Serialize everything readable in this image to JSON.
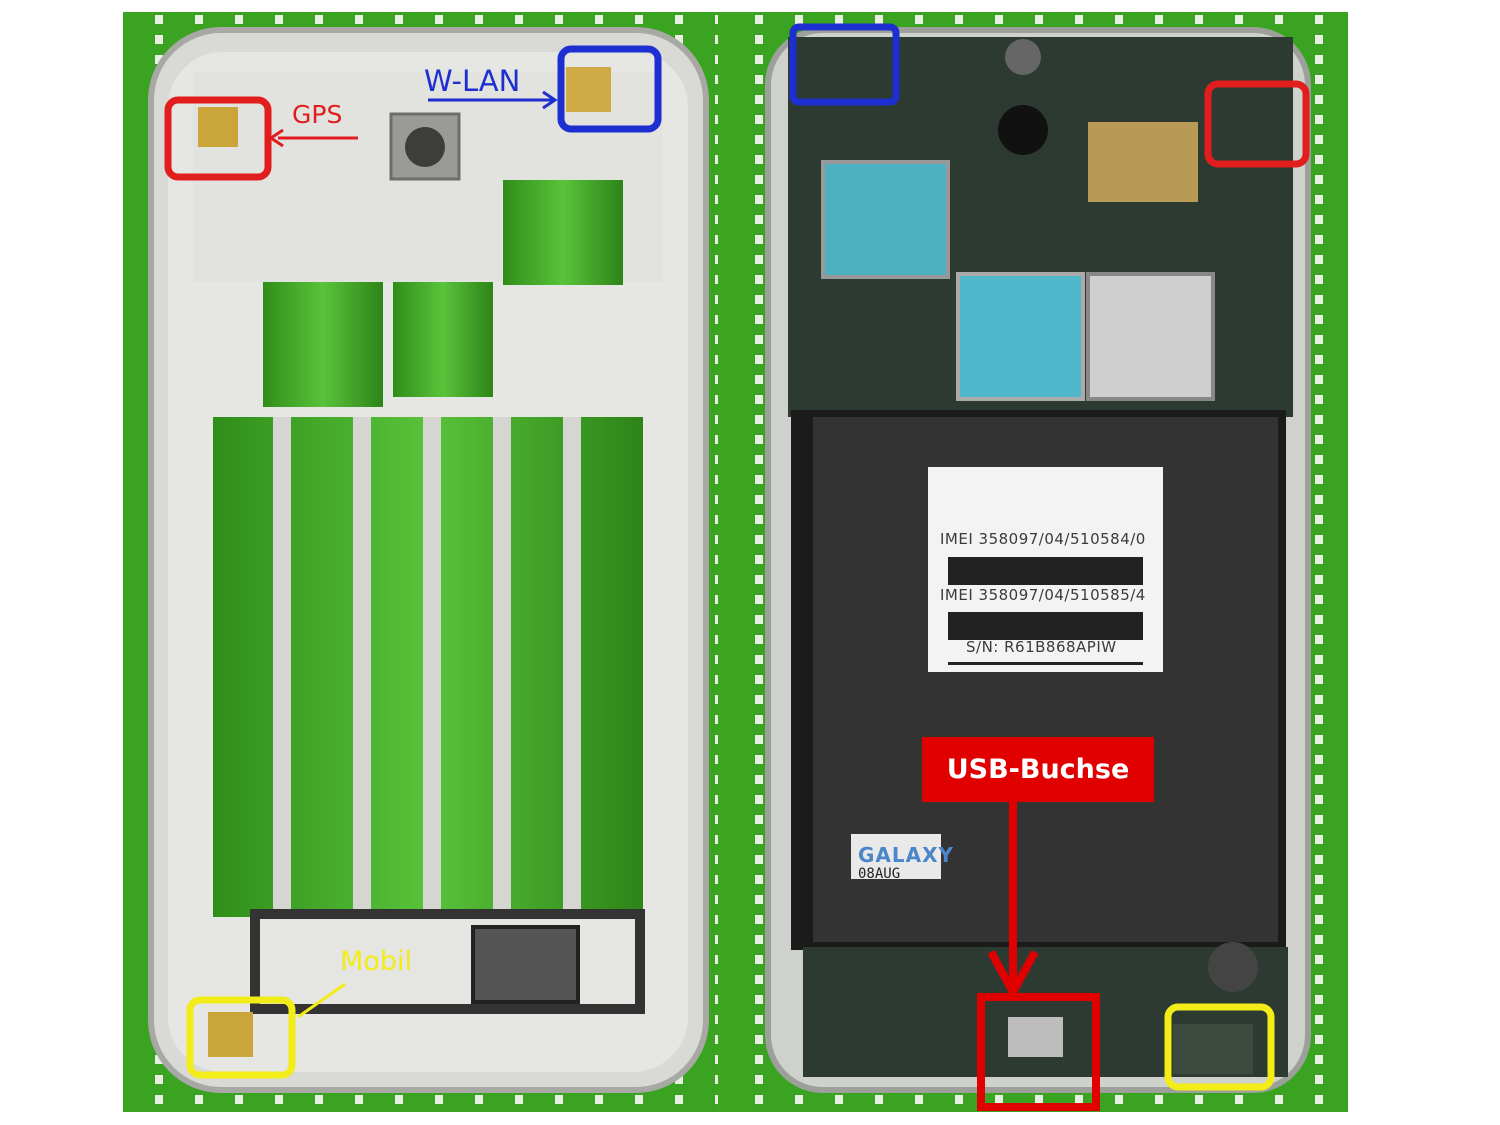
{
  "annotations": {
    "gps": "GPS",
    "wlan": "W-LAN",
    "mobil": "Mobil",
    "usb": "USB-Buchse"
  },
  "label_sticker": {
    "imei_1": "IMEI 358097/04/510584/0",
    "imei_2": "IMEI 358097/04/510585/4",
    "serial": "S/N: R61B868APIW"
  },
  "battery_badge": {
    "brand": "GALAXY",
    "date": "08AUG"
  },
  "colors": {
    "gps_marker": "#e11d1d",
    "wlan_marker": "#1d2fd0",
    "mobil_marker": "#f2ec18",
    "usb_marker": "#e00000",
    "background_mat": "#3aa321"
  }
}
